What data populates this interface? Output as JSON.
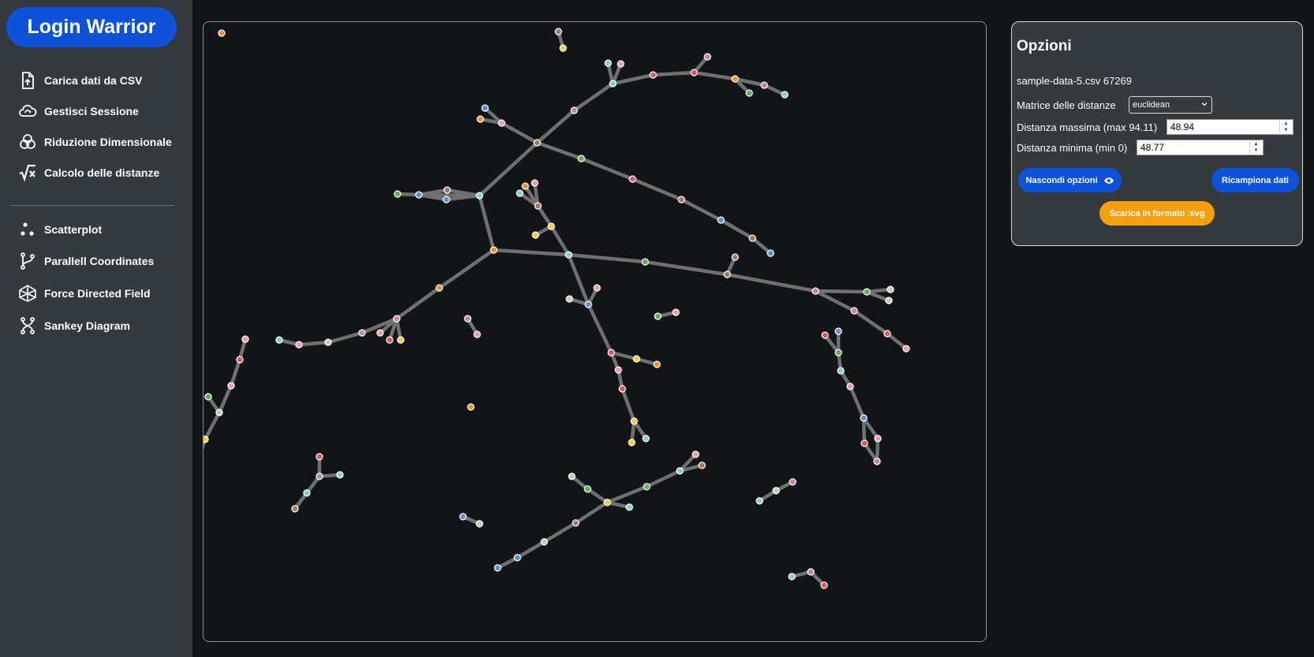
{
  "app": {
    "brand": "Login Warrior"
  },
  "sidebar": {
    "items": [
      {
        "label": "Carica dati da CSV",
        "icon": "file-upload-icon"
      },
      {
        "label": "Gestisci Sessione",
        "icon": "cloud-sync-icon"
      },
      {
        "label": "Riduzione Dimensionale",
        "icon": "intersecting-circles-icon"
      },
      {
        "label": "Calcolo delle distanze",
        "icon": "square-root-icon"
      },
      {
        "label": "Scatterplot",
        "icon": "scatter-dots-icon"
      },
      {
        "label": "Parallell Coordinates",
        "icon": "branch-icon"
      },
      {
        "label": "Force Directed Field",
        "icon": "network-triangle-icon"
      },
      {
        "label": "Sankey Diagram",
        "icon": "sankey-flow-icon"
      }
    ]
  },
  "options": {
    "title": "Opzioni",
    "file_info": "sample-data-5.csv 67269",
    "matrix_label": "Matrice delle distanze",
    "matrix_value": "euclidean",
    "max_label": "Distanza massima (max 94.11)",
    "max_value": "48.94",
    "min_label": "Distanza minima (min 0)",
    "min_value": "48.77",
    "hide_button": "Nascondi opzioni",
    "resample_button": "Ricampiona dati",
    "download_button": "Scarica in formato .svg"
  },
  "colors": {
    "red": "#e5545c",
    "pink": "#f49aa4",
    "orange": "#f28e2b",
    "yellow": "#f7cb3d",
    "green": "#5fae55",
    "teal": "#86d0c0",
    "blue": "#5b8fd6",
    "brown": "#a47a5e",
    "violet": "#c57fb1",
    "gray": "#c8c8c8",
    "link": "#707070",
    "accent": "#0d52d9"
  }
}
